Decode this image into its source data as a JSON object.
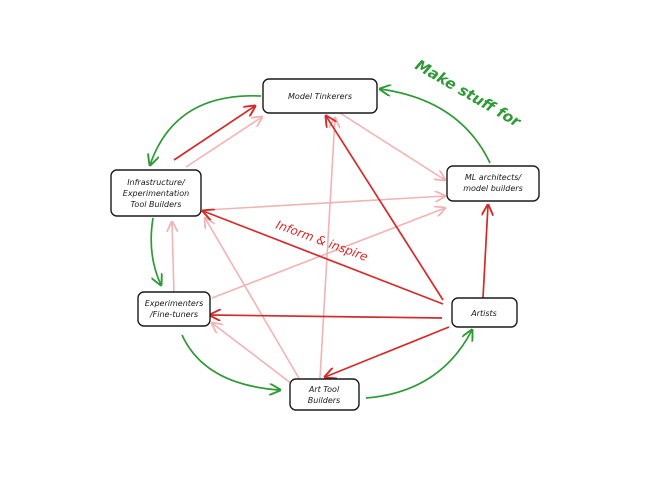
{
  "nodes": {
    "model_tinkerers": [
      "Model Tinkerers"
    ],
    "infra": [
      "Infrastructure/",
      "Experimentation",
      "Tool Builders"
    ],
    "ml_architects": [
      "ML architects/",
      "model builders"
    ],
    "experimenters": [
      "Experimenters",
      "/Fine-tuners"
    ],
    "artists": [
      "Artists"
    ],
    "art_tool_builders": [
      "Art Tool",
      "Builders"
    ]
  },
  "labels": {
    "make_stuff_for": "Make stuff for",
    "inform_inspire": "Inform & inspire"
  },
  "colors": {
    "green": "#2e9a36",
    "red": "#d42a2a",
    "pink": "#f2b3b3",
    "ink": "#1a1a1a"
  }
}
